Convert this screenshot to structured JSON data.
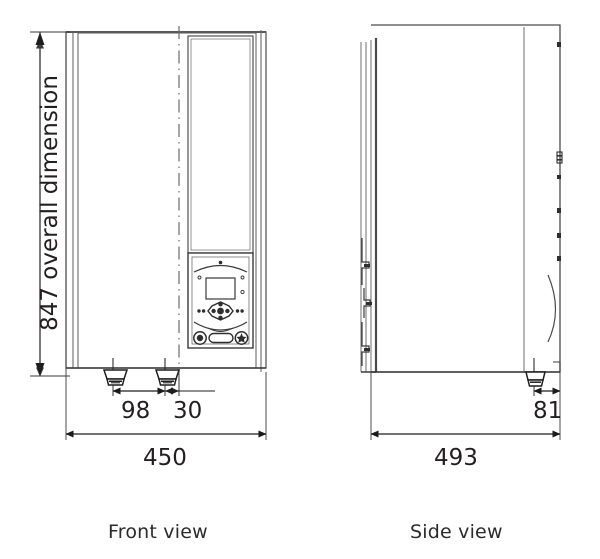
{
  "drawing": {
    "title": "Boiler unit dimensional drawing",
    "units": "mm",
    "line_color": "#3a3a3a",
    "text_color": "#231f20",
    "background": "#ffffff"
  },
  "views": [
    {
      "id": "front",
      "caption": "Front view",
      "width_mm": 450,
      "height_mm": 847,
      "features": [
        "left side panel strip",
        "vertical centerline (dash-dot)",
        "control panel with display and keypad",
        "two bottom pipe connectors"
      ]
    },
    {
      "id": "side",
      "caption": "Side view",
      "depth_mm": 493,
      "features": [
        "left hinge/bracket details",
        "right edge mounting tabs",
        "curved door profile",
        "single bottom pipe connector"
      ]
    }
  ],
  "dimensions": {
    "overall_height": "847 overall dimension",
    "front_width": "450",
    "connector_spacing": "98",
    "connector_offset": "30",
    "side_depth": "493",
    "side_connector": "81"
  },
  "captions": {
    "front": "Front view",
    "side": "Side view"
  }
}
